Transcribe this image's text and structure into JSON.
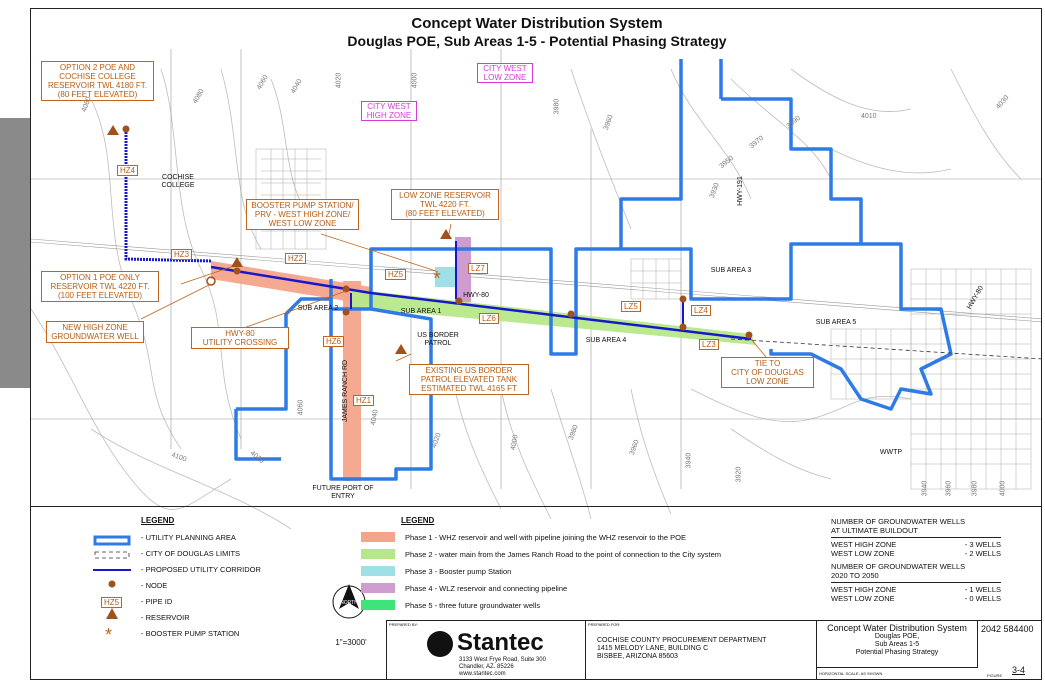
{
  "titles": {
    "line1": "Concept Water Distribution System",
    "line2": "Douglas POE, Sub Areas 1-5 - Potential Phasing Strategy"
  },
  "map_labels": {
    "option2": "OPTION 2 POE AND\nCOCHISE COLLEGE\nRESERVOIR TWL 4180 FT.\n(80 FEET ELEVATED)",
    "cochise_college": "COCHISE\nCOLLEGE",
    "option1": "OPTION 1 POE ONLY\nRESERVOIR TWL 4220 FT.\n(100 FEET ELEVATED)",
    "new_well": "NEW HIGH ZONE\nGROUNDWATER WELL",
    "hwy80_crossing": "HWY-80\nUTILITY CROSSING",
    "booster": "BOOSTER PUMP STATION/\nPRV - WEST HIGH ZONE/\nWEST LOW ZONE",
    "low_zone_res": "LOW ZONE RESERVOIR\nTWL 4220 FT.\n(80 FEET ELEVATED)",
    "existing_tank": "EXISTING US BORDER\nPATROL ELEVATED TANK\nESTIMATED TWL 4165 FT",
    "tie": "TIE TO\nCITY OF DOUGLAS\nLOW ZONE",
    "city_west_low": "CITY WEST\nLOW ZONE",
    "city_west_high": "CITY WEST\nHIGH ZONE",
    "sub1": "SUB AREA 1",
    "sub2": "SUB AREA 2",
    "sub3": "SUB AREA 3",
    "sub4": "SUB AREA 4",
    "sub5": "SUB AREA 5",
    "us_border": "US BORDER\nPATROL",
    "hwy80": "HWY-80",
    "hwy80_east": "HWY-80",
    "hwy191": "HWY-191",
    "james_ranch": "JAMES RANCH RD",
    "future_poe": "FUTURE PORT OF\nENTRY",
    "wwtp": "WWTP"
  },
  "pipes": [
    "HZ4",
    "HZ3",
    "HZ2",
    "HZ5",
    "LZ7",
    "LZ6",
    "LZ5",
    "LZ4",
    "LZ3",
    "HZ6",
    "HZ1"
  ],
  "contours": [
    "4080",
    "4060",
    "4040",
    "4020",
    "4000",
    "3980",
    "3960",
    "3940",
    "3920",
    "3990",
    "3970",
    "3950",
    "3930",
    "4010",
    "4030",
    "4100",
    "4060",
    "4040",
    "4020",
    "4080",
    "4000",
    "3980",
    "3960",
    "3940",
    "3920",
    "3960",
    "3980",
    "4000"
  ],
  "legend1": {
    "title": "LEGEND",
    "items": [
      "- UTILITY PLANNING AREA",
      "- CITY OF DOUGLAS LIMITS",
      "- PROPOSED UTILITY CORRIDOR",
      "- NODE",
      "- PIPE ID",
      "- RESERVOIR",
      "- BOOSTER PUMP STATION"
    ],
    "pipe_sample": "HZ5"
  },
  "legend2": {
    "title": "LEGEND",
    "items": [
      {
        "label": "Phase 1 - WHZ reservoir and well with pipeline joining the WHZ reservoir to the POE",
        "color": "#f4a48a"
      },
      {
        "label": "Phase 2 - water main from the James Ranch Road to the point of connection to the City system",
        "color": "#b6e88a"
      },
      {
        "label": "Phase 3 - Booster pump Station",
        "color": "#9fdfe6"
      },
      {
        "label": "Phase 4 - WLZ reservoir and connecting pipeline",
        "color": "#cf9ccf"
      },
      {
        "label": "Phase 5 - three future groundwater wells",
        "color": "#3ee37a"
      }
    ]
  },
  "wells": {
    "h1": "NUMBER OF GROUNDWATER WELLS\nAT ULTIMATE BUILDOUT",
    "r1a": [
      "WEST HIGH ZONE",
      "- 3 WELLS"
    ],
    "r1b": [
      "WEST LOW ZONE",
      "- 2 WELLS"
    ],
    "h2": "NUMBER OF GROUNDWATER WELLS\n2020 TO 2050",
    "r2a": [
      "WEST HIGH ZONE",
      "- 1 WELLS"
    ],
    "r2b": [
      "WEST LOW ZONE",
      "- 0 WELLS"
    ]
  },
  "scale": "1\"=3000'",
  "north": "NORTH",
  "titleblock": {
    "prepared_by": "PREPARED BY:",
    "company": "Stantec",
    "address": "3133 West Frye Road, Suite 300\nChandler, AZ. 85226\nwww.stantec.com",
    "prepared_for": "PREPARED FOR:",
    "client": "COCHISE COUNTY PROCUREMENT DEPARTMENT\n1415 MELODY LANE, BUILDING C\nBISBEE, ARIZONA 85603",
    "sheet_title": "Concept Water Distribution System",
    "sheet_sub": "Douglas POE,\nSub Areas 1-5\nPotential Phasing Strategy",
    "project_no": "2042 584400",
    "scale_label": "HORIZONTAL SCALE: AS SHOWN",
    "figure_label": "FIGURE",
    "figure_no": "3-4"
  },
  "colors": {
    "planning_area": "#2f7be6",
    "corridor": "#1818c8",
    "node": "#a0521d",
    "phase1": "#f4a48a",
    "phase2": "#b6e88a",
    "phase3": "#9fdfe6",
    "phase4": "#cf9ccf",
    "phase5": "#3ee37a"
  }
}
